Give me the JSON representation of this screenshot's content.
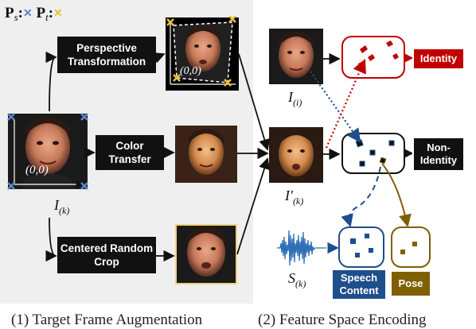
{
  "legend": {
    "source_symbol": "P",
    "source_sub": "s",
    "target_symbol": "P",
    "target_sub": "t",
    "source_marker_color": "#5b86c8",
    "target_marker_color": "#e8c23a"
  },
  "augmentation": {
    "perspective_label": "Perspective Transformation",
    "color_transfer_label": "Color Transfer",
    "crop_label": "Centered Random Crop",
    "origin_label": "(0,0)",
    "input_label_main": "I",
    "input_label_sub": "(k)"
  },
  "encoding": {
    "identity_frame_main": "I",
    "identity_frame_sub": "(i)",
    "augmented_frame_main": "I′",
    "augmented_frame_sub": "(k)",
    "audio_main": "S",
    "audio_sub": "(k)",
    "identity_label": "Identity",
    "non_identity_label": "Non-Identity",
    "speech_label": "Speech Content",
    "pose_label": "Pose"
  },
  "colors": {
    "identity": "#c00000",
    "speech": "#1f4e8c",
    "pose": "#7f6000",
    "panel_bg": "#efefef",
    "crop_border": "#f2d27a"
  },
  "captions": {
    "left": "(1) Target Frame Augmentation",
    "right": "(2) Feature Space Encoding"
  }
}
